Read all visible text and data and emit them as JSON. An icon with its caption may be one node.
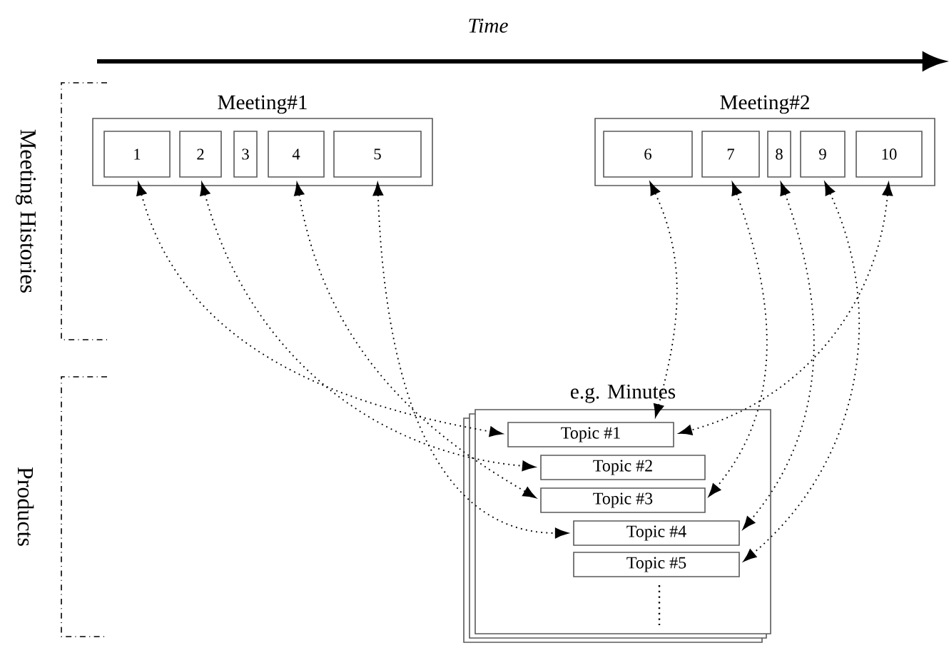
{
  "diagram": {
    "nodes": [
      {
        "text": [
          "Meeting#1"
        ]
      },
      {
        "text": [
          "1"
        ],
        "in": 0
      },
      {
        "text": [
          "2"
        ],
        "in": 0
      },
      {
        "text": [
          "3"
        ],
        "in": 0
      },
      {
        "text": [
          "4"
        ],
        "in": 0
      },
      {
        "text": [
          "5"
        ],
        "in": 0
      },
      {
        "text": [
          "Meeting#2"
        ]
      },
      {
        "text": [
          "6"
        ],
        "in": 6
      },
      {
        "text": [
          "7"
        ],
        "in": 6
      },
      {
        "text": [
          "8"
        ],
        "in": 6
      },
      {
        "text": [
          "9"
        ],
        "in": 6
      },
      {
        "text": [
          "10"
        ],
        "in": 6
      },
      {
        "text": [
          "e.g. Minutes"
        ]
      },
      {
        "text": [
          "Topic #1"
        ],
        "in": 12
      },
      {
        "text": [
          "Topic #2"
        ],
        "in": 12
      },
      {
        "text": [
          "Topic #3"
        ],
        "in": 12
      },
      {
        "text": [
          "Topic #4"
        ],
        "in": 12
      },
      {
        "text": [
          "Topic #5"
        ],
        "in": 12
      }
    ],
    "edges": [
      {
        "from": 1,
        "to": 13,
        "arrow": "both"
      },
      {
        "from": 2,
        "to": 14,
        "arrow": "both"
      },
      {
        "from": 4,
        "to": 15,
        "arrow": "both"
      },
      {
        "from": 5,
        "to": 16,
        "arrow": "both"
      },
      {
        "from": 7,
        "to": 13,
        "arrow": "both"
      },
      {
        "from": 8,
        "to": 15,
        "arrow": "both"
      },
      {
        "from": 9,
        "to": 16,
        "arrow": "both"
      },
      {
        "from": 10,
        "to": 17,
        "arrow": "both"
      },
      {
        "from": 11,
        "to": 13,
        "arrow": "both"
      }
    ],
    "labels": [
      "Time",
      "Meeting Histories",
      "Products"
    ]
  }
}
